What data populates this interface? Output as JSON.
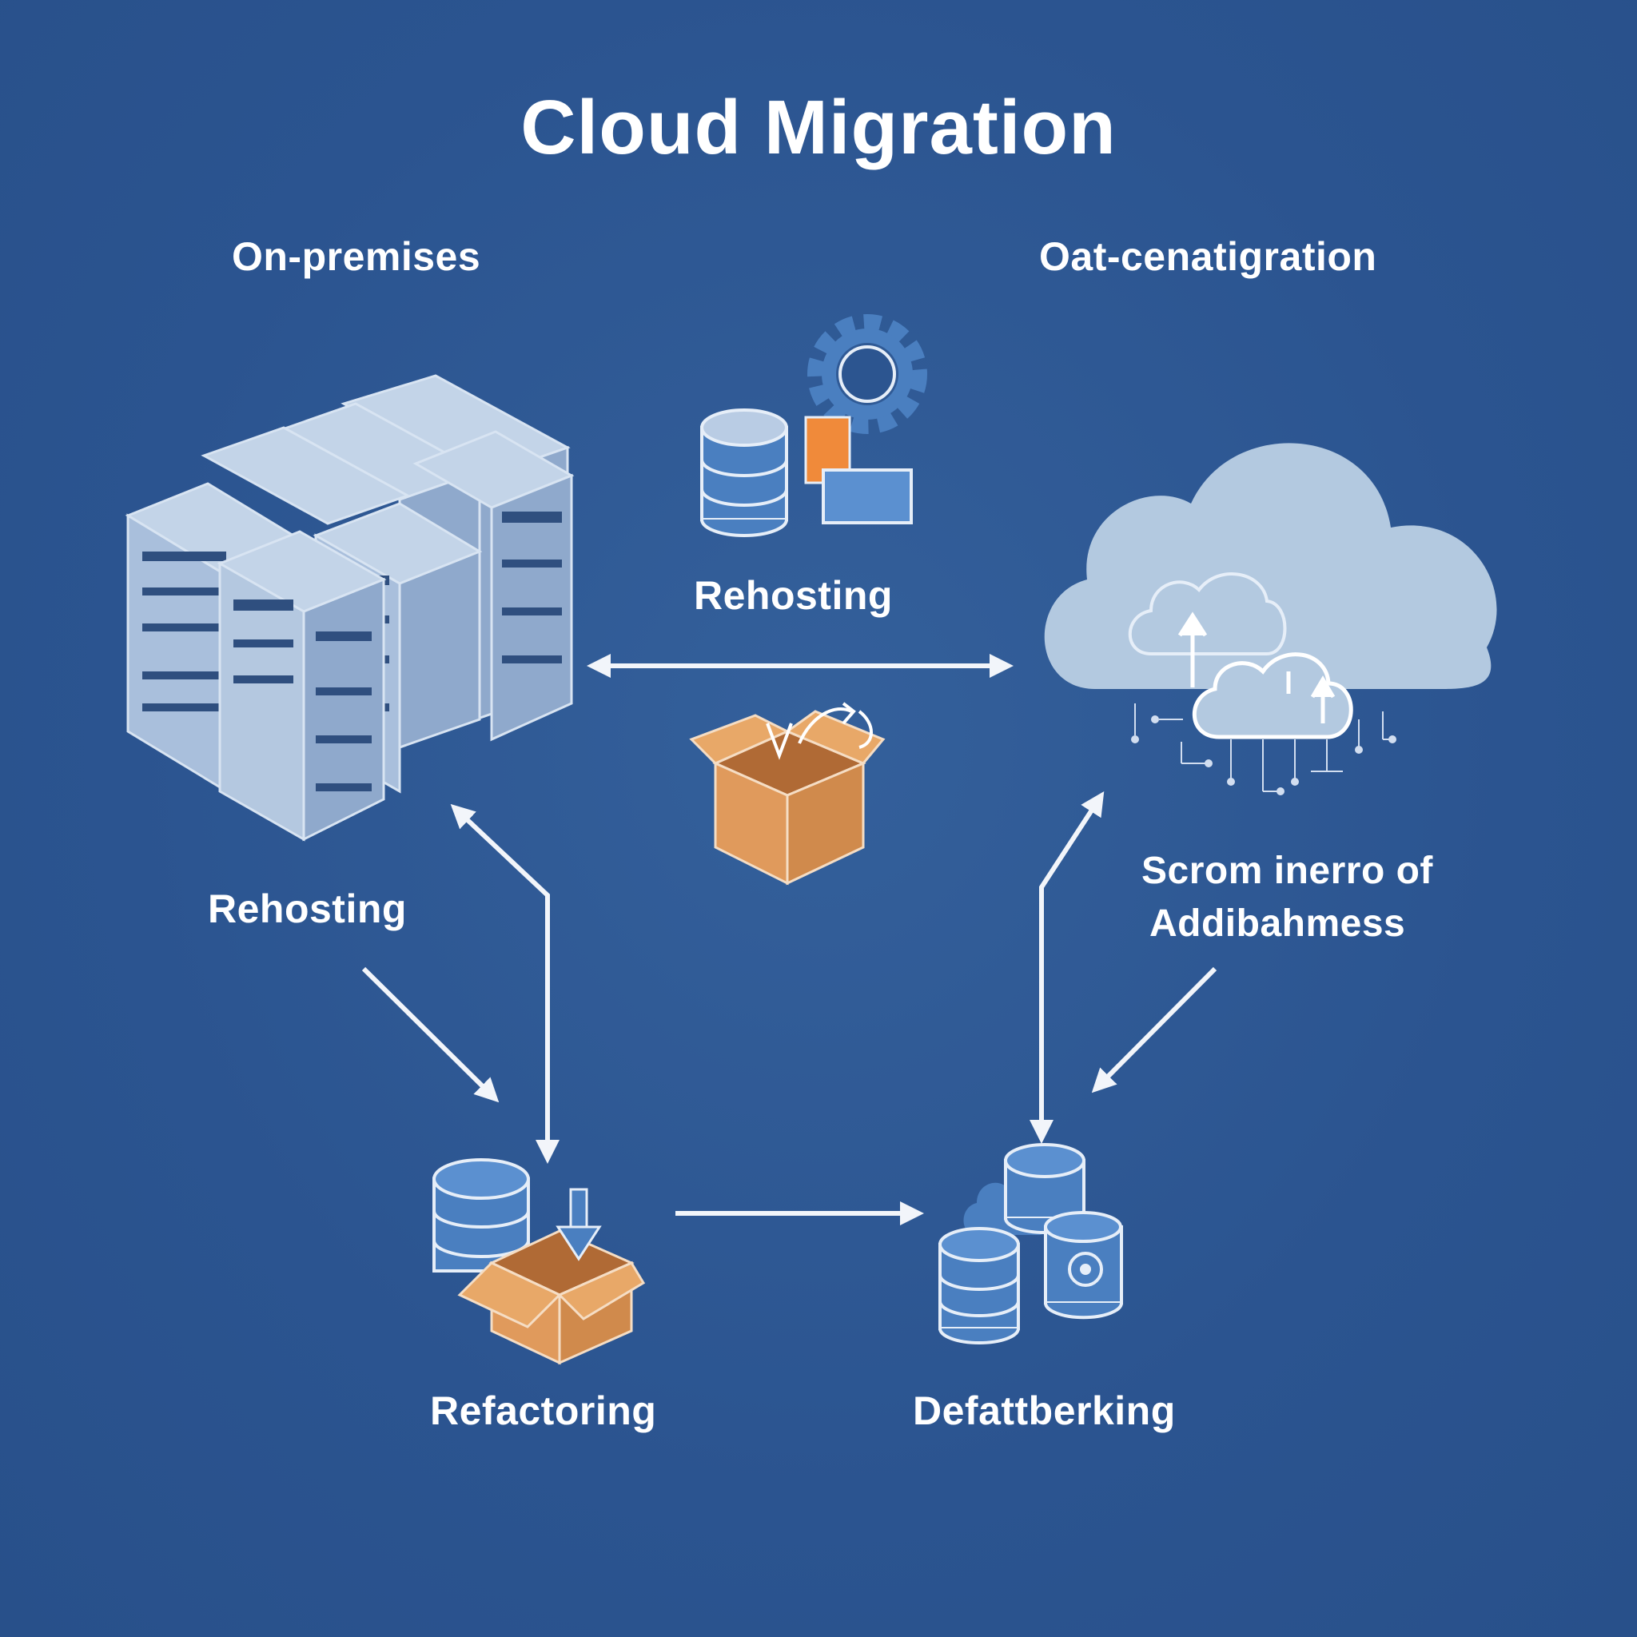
{
  "diagram": {
    "title": "Cloud Migration",
    "labels": {
      "on_premises": "On-premises",
      "cloud_side": "Oat-cenatigration",
      "top_center": "Rehosting",
      "left": "Rehosting",
      "right_line1": "Scrom inerro of",
      "right_line2": "Addibahmess",
      "bottom_left": "Refactoring",
      "bottom_right": "Defattberking"
    },
    "icons": {
      "on_premises": "server-racks-icon",
      "cloud": "cloud-network-icon",
      "top_center": "database-gear-window-icon",
      "center": "box-migration-icon",
      "bottom_left": "database-box-icon",
      "bottom_right": "database-cluster-icon"
    },
    "colors": {
      "background": "#2c5590",
      "text": "#ffffff",
      "arrows": "#f2f5fa",
      "server_light": "#b4c8e0",
      "server_dark": "#7f9cc4",
      "cloud": "#b3c9e0",
      "database_fill": "#4a7fc0",
      "box_orange": "#e09a5c",
      "accent_orange": "#f08a3a"
    }
  }
}
